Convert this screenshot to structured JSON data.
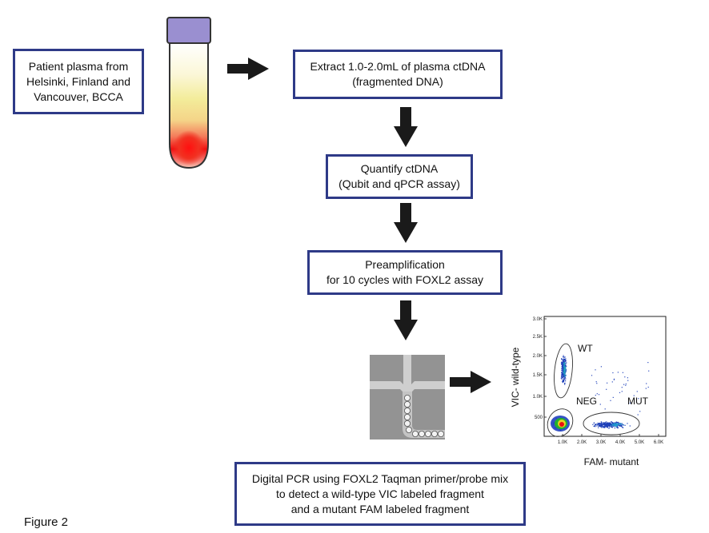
{
  "boxes": {
    "patient": [
      "Patient plasma from",
      "Helsinki, Finland and",
      "Vancouver, BCCA"
    ],
    "extract": [
      "Extract 1.0-2.0mL of plasma ctDNA",
      "(fragmented DNA)"
    ],
    "quantify": [
      "Quantify ctDNA",
      "(Qubit and qPCR assay)"
    ],
    "preamp": [
      "Preamplification",
      "for 10 cycles with FOXL2 assay"
    ],
    "digital": [
      "Digital PCR using FOXL2 Taqman primer/probe mix",
      "to detect a wild-type VIC labeled fragment",
      "and a mutant FAM labeled fragment"
    ]
  },
  "figure_label": "Figure 2",
  "colors": {
    "box_border": "#2e3a87",
    "arrow": "#1a1a1a",
    "tube_cap": "#9a8fd0",
    "tube_red": "#f01010",
    "tube_yellow": "#f3ec9a"
  },
  "plot": {
    "ylabel": "VIC- wild-type",
    "xlabel": "FAM- mutant",
    "y_ticks": [
      "3.0K",
      "2.5K",
      "2.0K",
      "1.5K",
      "1.0K",
      "500"
    ],
    "x_ticks": [
      "1.0K",
      "2.0K",
      "3.0K",
      "4.0K",
      "5.0K",
      "6.0K"
    ],
    "clusters": [
      "WT",
      "NEG",
      "MUT"
    ]
  }
}
